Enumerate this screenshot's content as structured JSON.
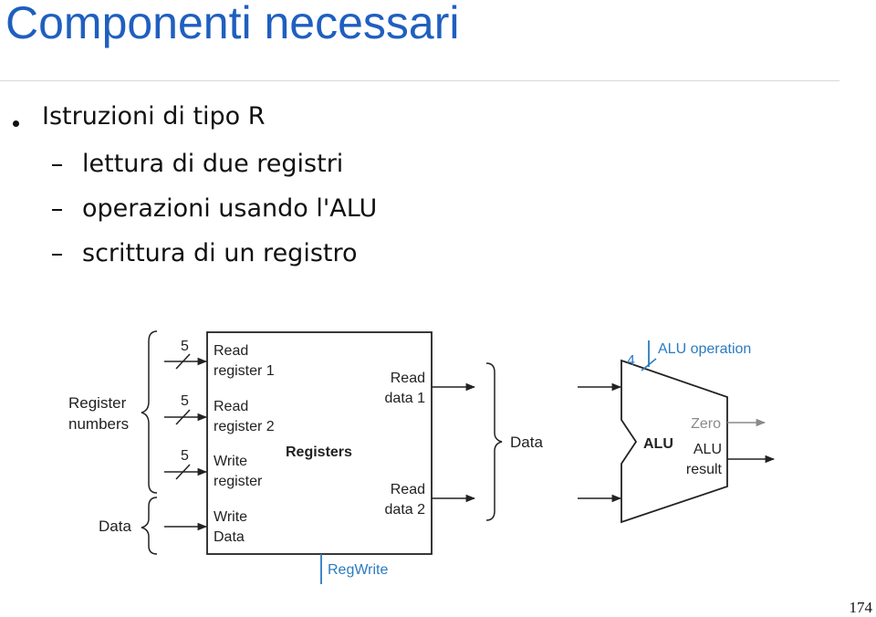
{
  "slide": {
    "title": "Componenti necessari",
    "page_number": "174"
  },
  "bullets": {
    "main": "Istruzioni di tipo R",
    "sub": [
      "lettura di due registri",
      "operazioni usando l'ALU",
      "scrittura di un registro"
    ]
  },
  "diagram": {
    "left_labels": {
      "register_numbers_1": "Register",
      "register_numbers_2": "numbers",
      "data": "Data"
    },
    "bus_widths": [
      "5",
      "5",
      "5"
    ],
    "registers": {
      "name": "Registers",
      "read_register_1": [
        "Read",
        "register 1"
      ],
      "read_register_2": [
        "Read",
        "register 2"
      ],
      "write_register": [
        "Write",
        "register"
      ],
      "write_data": [
        "Write",
        "Data"
      ],
      "read_data_1": [
        "Read",
        "data 1"
      ],
      "read_data_2": [
        "Read",
        "data 2"
      ],
      "regwrite": "RegWrite"
    },
    "middle_label": "Data",
    "alu": {
      "name": "ALU",
      "op_width": "4",
      "operation": "ALU operation",
      "zero": "Zero",
      "result": [
        "ALU",
        "result"
      ]
    },
    "colors": {
      "control": "#2b7bbf",
      "zero_gray": "#8a8a8a",
      "line": "#222222"
    }
  }
}
